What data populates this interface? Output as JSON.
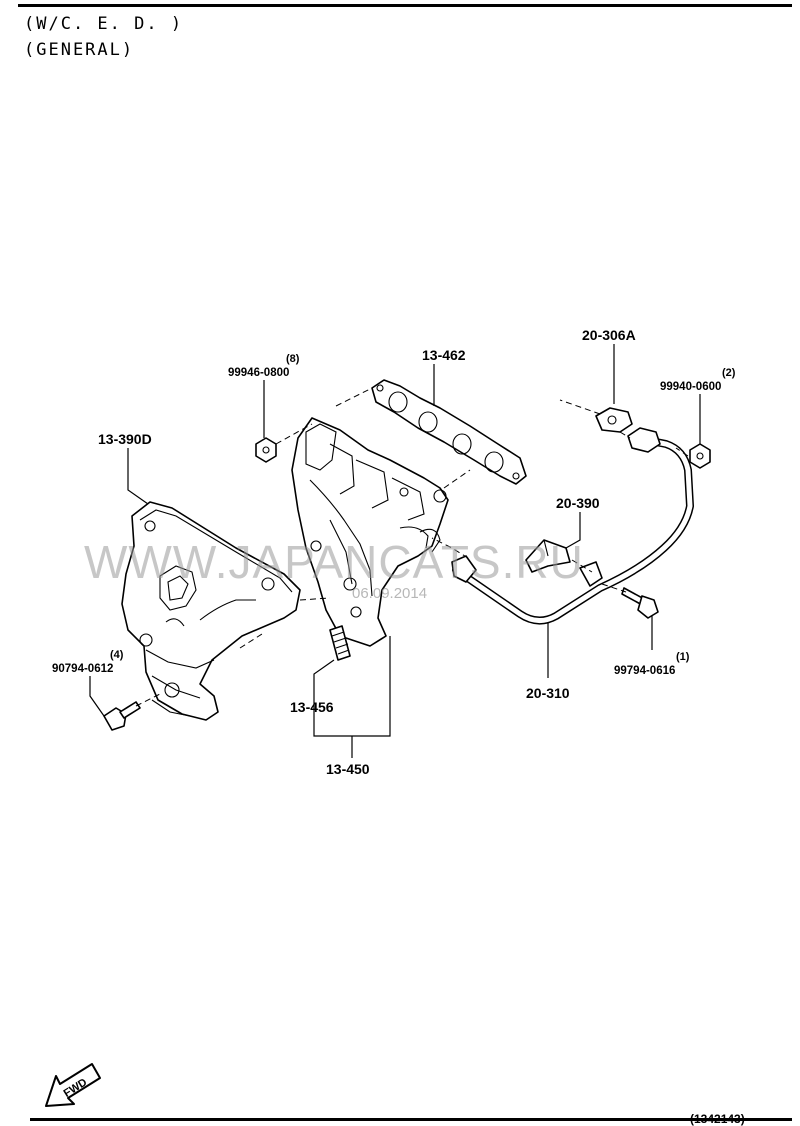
{
  "header": {
    "line1": "(W/C. E. D. )",
    "line2": "(GENERAL)"
  },
  "watermark": {
    "site": "WWW.JAPANCATS.RU",
    "date": "06.09.2014"
  },
  "parts": {
    "p_13_390d": "13-390D",
    "p_13_462": "13-462",
    "p_20_306a": "20-306A",
    "p_20_390": "20-390",
    "p_20_310": "20-310",
    "p_13_456": "13-456",
    "p_13_450": "13-450",
    "bolt_99946": {
      "qty": "(8)",
      "number": "99946-0800"
    },
    "bolt_99940": {
      "qty": "(2)",
      "number": "99940-0600"
    },
    "bolt_99794": {
      "qty": "(1)",
      "number": "99794-0616"
    },
    "bolt_90794": {
      "qty": "(4)",
      "number": "90794-0612"
    }
  },
  "fwd_arrow": {
    "label": "FWD",
    "icon": "fwd-arrow-icon"
  },
  "footer": {
    "code": "(1342143)"
  }
}
